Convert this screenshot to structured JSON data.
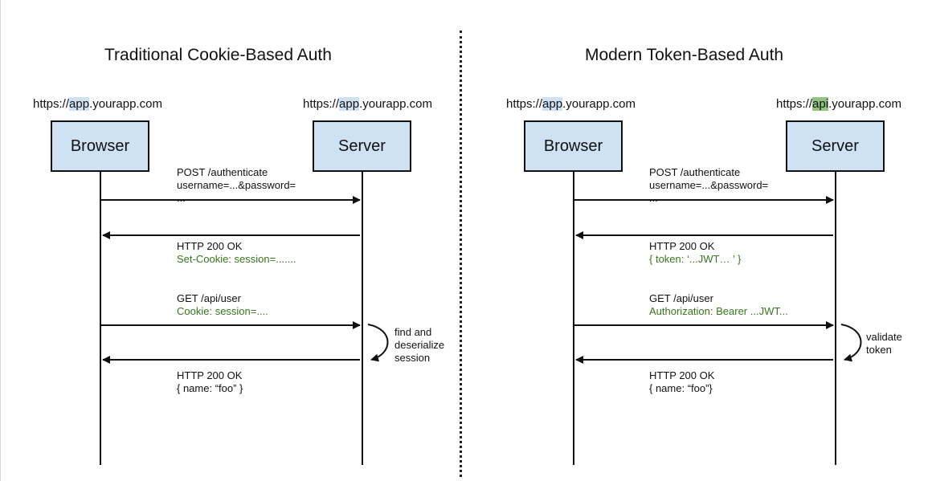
{
  "left": {
    "title": "Traditional Cookie-Based Auth",
    "browser_url": {
      "prefix": "https://",
      "highlight": "app",
      "suffix": ".yourapp.com"
    },
    "server_url": {
      "prefix": "https://",
      "highlight": "app",
      "suffix": ".yourapp.com"
    },
    "browser_label": "Browser",
    "server_label": "Server",
    "msg1": {
      "line1": "POST /authenticate",
      "line2": "username=...&password=",
      "line3": "..."
    },
    "msg2": {
      "line1": "HTTP 200 OK",
      "line2": "Set-Cookie: session=......."
    },
    "msg3": {
      "line1": "GET /api/user",
      "line2": "Cookie: session=...."
    },
    "note": {
      "line1": "find and",
      "line2": "deserialize",
      "line3": "session"
    },
    "msg4": {
      "line1": "HTTP 200 OK",
      "line2": "{  name: “foo” }"
    }
  },
  "right": {
    "title": "Modern Token-Based Auth",
    "browser_url": {
      "prefix": "https://",
      "highlight": "app",
      "suffix": ".yourapp.com"
    },
    "server_url": {
      "prefix": "https://",
      "highlight": "api",
      "suffix": ".yourapp.com"
    },
    "browser_label": "Browser",
    "server_label": "Server",
    "msg1": {
      "line1": "POST /authenticate",
      "line2": "username=...&password=",
      "line3": "..."
    },
    "msg2": {
      "line1": "HTTP 200 OK",
      "line2": "{ token: ‘...JWT… ’ }"
    },
    "msg3": {
      "line1": "GET /api/user",
      "line2": "Authorization: Bearer ...JWT..."
    },
    "note": {
      "line1": "validate",
      "line2": "token"
    },
    "msg4": {
      "line1": "HTTP 200 OK",
      "line2": "{ name: “foo”}"
    }
  },
  "colors": {
    "box_fill": "#cfe2f3",
    "url_highlight_app": "#cfe2f3",
    "url_highlight_api": "#93c47d",
    "header_text": "#38761d"
  }
}
